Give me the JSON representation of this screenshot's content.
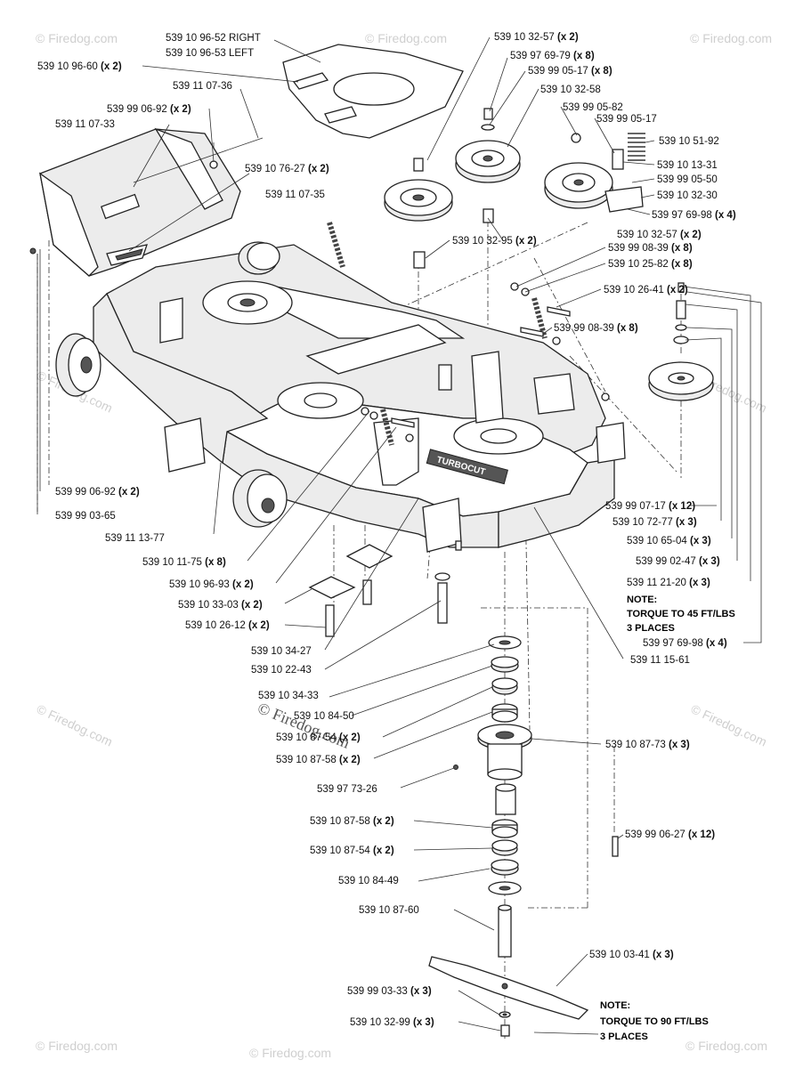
{
  "watermark": {
    "brand": "© Firedog.com",
    "center_mark": "© Firedog.com",
    "deck_logo": "TURBOCUT"
  },
  "labels": {
    "p1": "539 10 96-52 RIGHT",
    "p2": "539 10 96-53 LEFT",
    "p3": "539 10 96-60",
    "p4": "539 11 07-36",
    "p5": "539 99 06-92",
    "p6": "539 11 07-33",
    "p7": "539 10 76-27",
    "p8": "539 11 07-35",
    "p9": "539 10 32-57",
    "p10": "539 97 69-79",
    "p11": "539 99 05-17",
    "p12": "539 10 32-58",
    "p13": "539 99 05-82",
    "p14": "539 99 05-17",
    "p15": "539 10 51-92",
    "p16": "539 10 13-31",
    "p17": "539 99 05-50",
    "p18": "539 10 32-30",
    "p19": "539 97 69-98",
    "p20": "539 10 32-95",
    "p21": "539 10 32-57",
    "p22": "539 99 08-39",
    "p23": "539 10 25-82",
    "p24": "539 10 26-41",
    "p25": "539 99 08-39",
    "p26": "539 99 06-92",
    "p27": "539 99 03-65",
    "p28": "539 11 13-77",
    "p29": "539 10 11-75",
    "p30": "539 10 96-93",
    "p31": "539 10 33-03",
    "p32": "539 10 26-12",
    "p33": "539 10 34-27",
    "p34": "539 10 22-43",
    "p35": "539 10 34-33",
    "p36": "539 10 84-50",
    "p37": "539 10 87-54",
    "p38": "539 10 87-58",
    "p39": "539 97 73-26",
    "p40": "539 10 87-58",
    "p41": "539 10 87-54",
    "p42": "539 10 84-49",
    "p43": "539 10 87-60",
    "p44": "539 99 03-33",
    "p45": "539 10 32-99",
    "p46": "539 99 07-17",
    "p47": "539 10 72-77",
    "p48": "539 10 65-04",
    "p49": "539 99 02-47",
    "p50": "539 11 21-20",
    "p51": "539 97 69-98",
    "p52": "539 11 15-61",
    "p53": "539 10 87-73",
    "p54": "539 99 06-27",
    "p55": "539 10 03-41"
  },
  "qty": {
    "p3": "(x 2)",
    "p5": "(x 2)",
    "p7": "(x 2)",
    "p9": "(x 2)",
    "p10": "(x 8)",
    "p11": "(x 8)",
    "p19": "(x 4)",
    "p20": "(x 2)",
    "p21": "(x 2)",
    "p22": "(x 8)",
    "p23": "(x 8)",
    "p24": "(x 2)",
    "p25": "(x 8)",
    "p26": "(x 2)",
    "p29": "(x 8)",
    "p30": "(x 2)",
    "p31": "(x 2)",
    "p32": "(x 2)",
    "p37": "(x 2)",
    "p38": "(x 2)",
    "p40": "(x 2)",
    "p41": "(x 2)",
    "p44": "(x 3)",
    "p45": "(x 3)",
    "p46": "(x 12)",
    "p47": "(x 3)",
    "p48": "(x 3)",
    "p49": "(x 3)",
    "p50": "(x 3)",
    "p51": "(x 4)",
    "p53": "(x 3)",
    "p54": "(x 12)",
    "p55": "(x 3)"
  },
  "notes": {
    "n1_title": "NOTE:",
    "n1_line1": "TORQUE TO 45 FT/LBS",
    "n1_line2": "3 PLACES",
    "n2_title": "NOTE:",
    "n2_line1": "TORQUE TO 90 FT/LBS",
    "n2_line2": "3 PLACES"
  }
}
